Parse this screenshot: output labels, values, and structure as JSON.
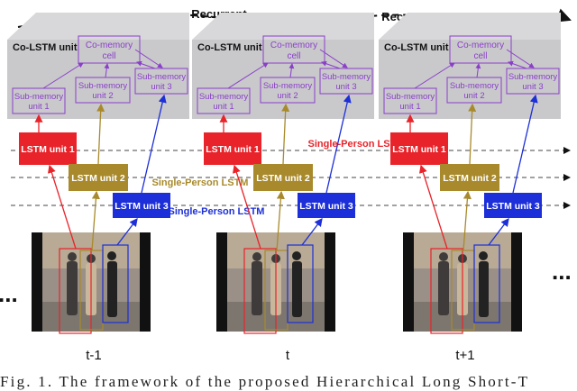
{
  "recurrent_label": "Recurrent",
  "colstm_label": "Co-LSTM unit",
  "co_memory_label": [
    "Co-memory",
    "cell"
  ],
  "sub_memory_labels": [
    [
      "Sub-memory",
      "unit 1"
    ],
    [
      "Sub-memory",
      "unit 2"
    ],
    [
      "Sub-memory",
      "unit 3"
    ]
  ],
  "lstm_labels": [
    "LSTM unit 1",
    "LSTM unit 2",
    "LSTM unit 3"
  ],
  "single_person_labels": [
    "Single-Person LSTM",
    "Single-Person LSTM",
    "Single-Person LSTM"
  ],
  "time_labels": [
    "t-1",
    "t",
    "t+1"
  ],
  "ellipsis": "...",
  "caption": "Fig. 1.   The framework of the proposed Hierarchical Long Short-T",
  "colors": {
    "unit1": "#e8232a",
    "unit2": "#a88a2c",
    "unit3": "#1c2fd8",
    "memory": "#8a3fc8",
    "colstm_panel": "#c9c9cc"
  }
}
